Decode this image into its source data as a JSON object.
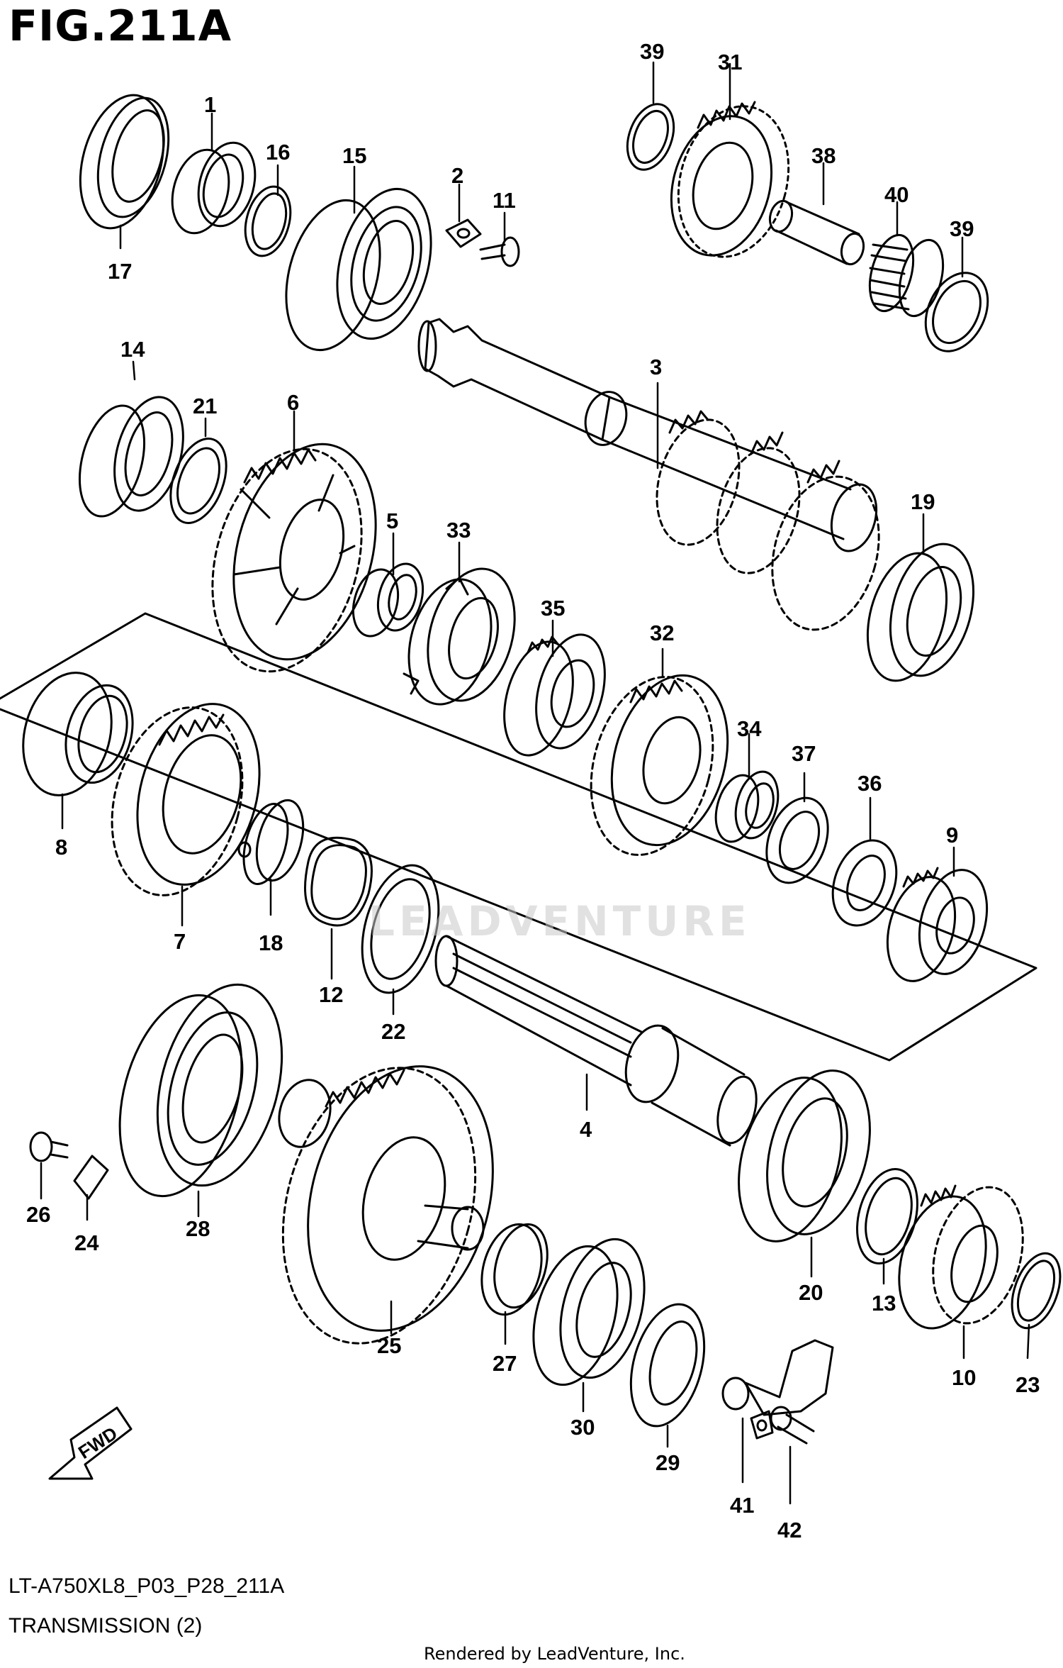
{
  "figure": {
    "title": "FIG.211A",
    "model_code": "LT-A750XL8_P03_P28_211A",
    "section_name": "TRANSMISSION (2)",
    "render_credit": "Rendered by LeadVenture, Inc.",
    "watermark_text": "LEADVENTURE",
    "direction_label": "FWD"
  },
  "part_labels": [
    "1",
    "2",
    "3",
    "4",
    "5",
    "6",
    "7",
    "8",
    "9",
    "10",
    "11",
    "12",
    "13",
    "14",
    "15",
    "16",
    "17",
    "18",
    "19",
    "20",
    "21",
    "22",
    "23",
    "24",
    "25",
    "26",
    "27",
    "28",
    "29",
    "30",
    "31",
    "32",
    "33",
    "34",
    "35",
    "36",
    "37",
    "38",
    "39",
    "39",
    "40",
    "41",
    "42"
  ],
  "colors": {
    "line": "#000000",
    "background": "#ffffff",
    "watermark": "#c9c9c9"
  }
}
